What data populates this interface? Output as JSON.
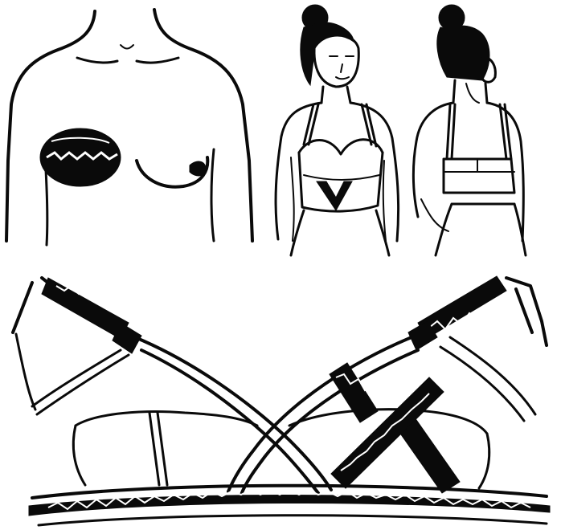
{
  "illustration": {
    "ink_color": "#0a0a0a",
    "paper_color": "#ffffff",
    "panels": [
      {
        "id": "torso-front-prosthesis"
      },
      {
        "id": "woman-front-wearing-bra"
      },
      {
        "id": "woman-back-wearing-bra"
      },
      {
        "id": "bra-detail-closeup"
      }
    ]
  }
}
